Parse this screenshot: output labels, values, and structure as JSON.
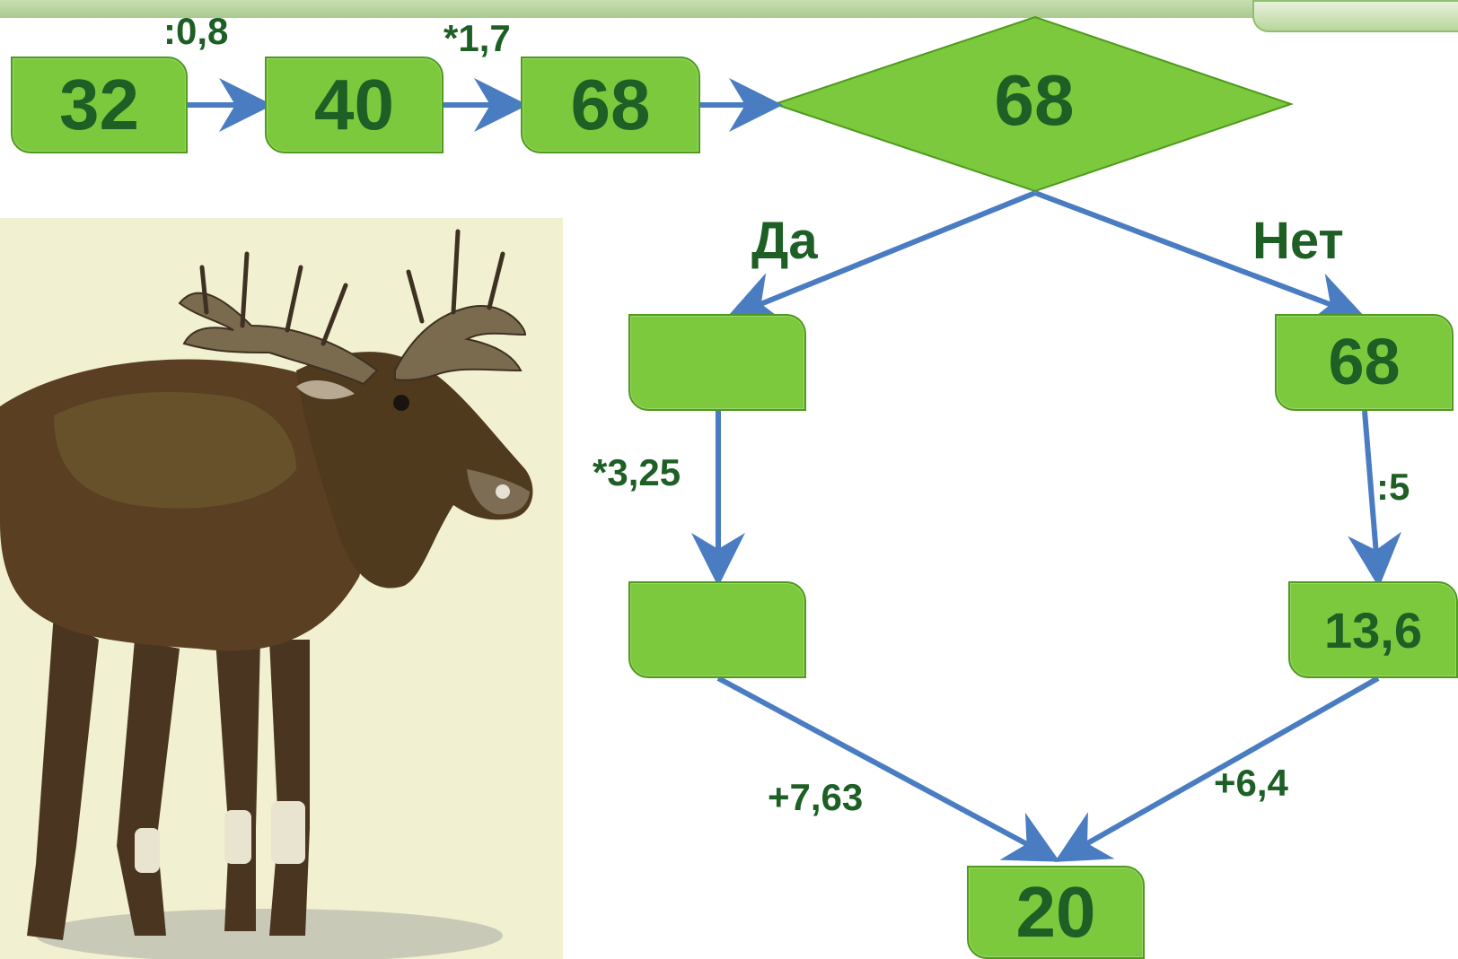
{
  "flow": {
    "boxes": {
      "start": "32",
      "step2": "40",
      "step3": "68",
      "condition": "68",
      "yes_branch_1": "",
      "yes_branch_2": "",
      "no_branch_1": "68",
      "no_branch_2": "13,6",
      "result": "20"
    },
    "operations": {
      "op1": ":0,8",
      "op2": "*1,7",
      "yes_op": "*3,25",
      "no_op": ":5",
      "yes_join_op": "+7,63",
      "no_join_op": "+6,4"
    },
    "branch_labels": {
      "yes": "Да",
      "no": "Нет"
    }
  },
  "colors": {
    "box_fill": "#7dc93e",
    "box_border": "#4e9a1c",
    "text": "#1d5f25",
    "arrow": "#4a7cc2"
  },
  "image": {
    "subject": "moose illustration"
  }
}
